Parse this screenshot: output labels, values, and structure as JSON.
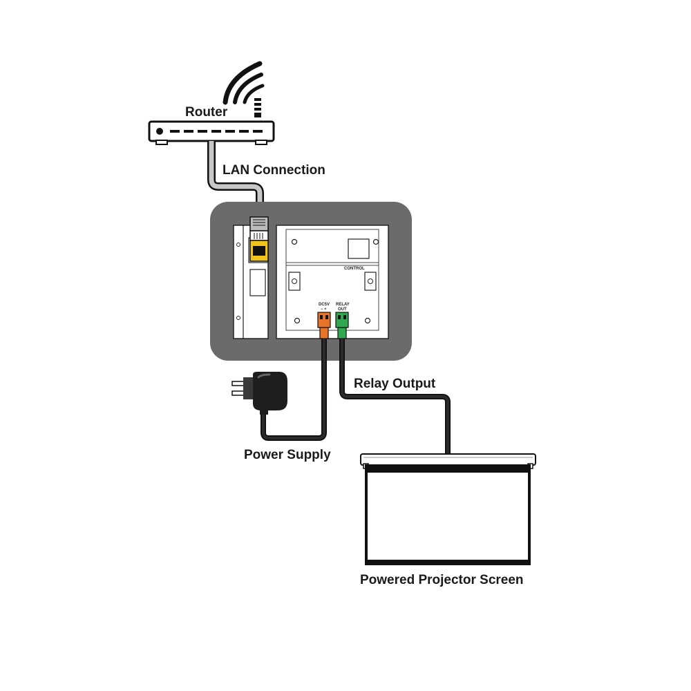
{
  "labels": {
    "router": "Router",
    "lan": "LAN Connection",
    "relay": "Relay Output",
    "power": "Power Supply",
    "screen": "Powered Projector Screen"
  },
  "panel": {
    "control": "CONTROL",
    "dc_line1": "DC5V",
    "dc_line2": "− +",
    "relay_line1": "RELAY",
    "relay_line2": "OUT"
  },
  "colors": {
    "panel_frame": "#6b6b6b",
    "cable_gray": "#c8c8c8",
    "cable_dark": "#2b2b2b",
    "dc_connector": "#e8742a",
    "relay_connector": "#2fa84f",
    "rj45_yellow": "#f2c318",
    "screen_fabric": "#ffffff"
  }
}
